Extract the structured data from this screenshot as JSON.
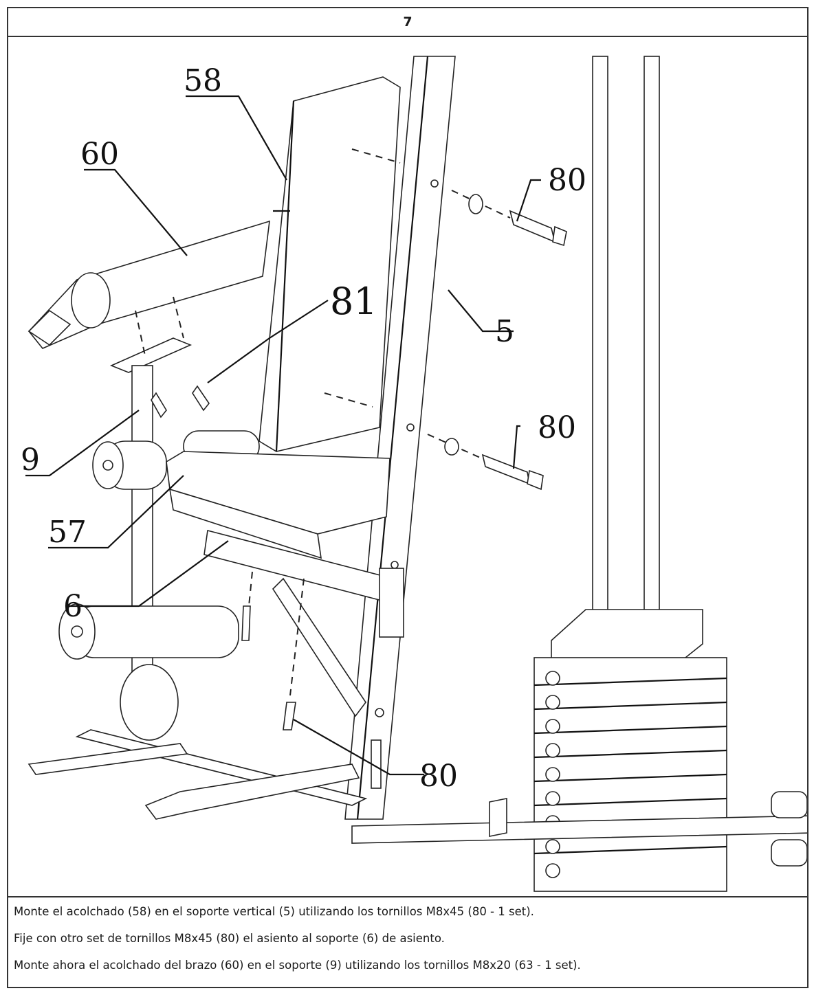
{
  "step": {
    "number": "7"
  },
  "callouts": {
    "backrest": "58",
    "arm_pad": "60",
    "bolt_top": "80",
    "washer": "81",
    "upright": "5",
    "bolt_mid": "80",
    "arm_support": "9",
    "seat": "57",
    "seat_support": "6",
    "bolt_bottom": "80"
  },
  "instructions": [
    "Monte el acolchado (58) en el soporte vertical (5) utilizando los tornillos M8x45 (80 - 1 set).",
    "Fije con otro set de tornillos M8x45 (80) el asiento al soporte (6) de asiento.",
    "Monte ahora el acolchado del brazo (60) en el soporte (9) utilizando los tornillos M8x20 (63 - 1 set)."
  ]
}
